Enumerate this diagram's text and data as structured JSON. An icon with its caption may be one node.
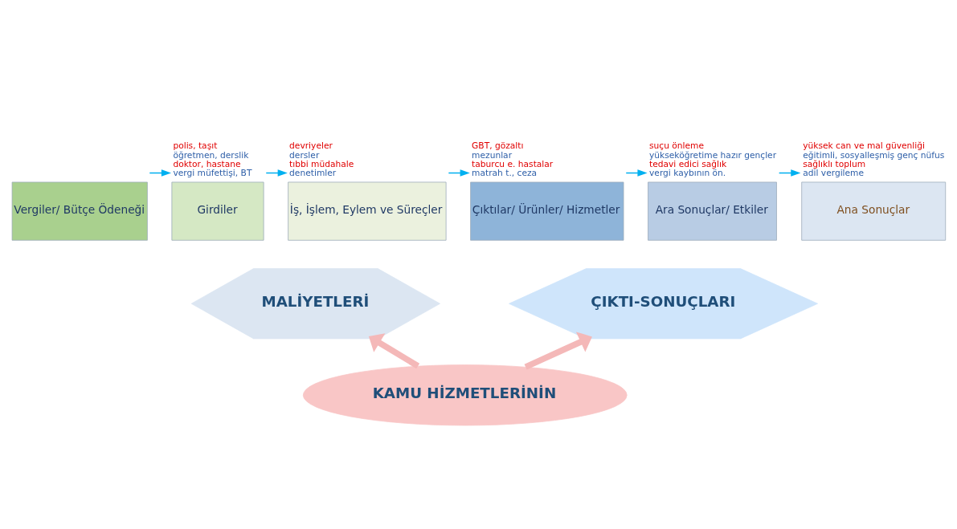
{
  "diagram": {
    "nodes": [
      {
        "text": [
          "Vergiler/ Bütçe Ödeneği"
        ]
      },
      {
        "text": [
          "Girdiler"
        ],
        "beside": [
          "polis, taşıt",
          "öğretmen, derslik",
          "doktor, hastane",
          "vergi müfettişi, BT"
        ]
      },
      {
        "text": [
          "İş, İşlem, Eylem ve Süreçler"
        ],
        "beside": [
          "devriyeler",
          "dersler",
          "tıbbi müdahale",
          "denetimler"
        ]
      },
      {
        "text": [
          "Çıktılar/ Ürünler/ Hizmetler"
        ],
        "beside": [
          "GBT, gözaltı",
          "mezunlar",
          "taburcu e. hastalar",
          "matrah t., ceza"
        ]
      },
      {
        "text": [
          "Ara Sonuçlar/ Etkiler"
        ],
        "beside": [
          "suçu önleme",
          "yükseköğretime hazır gençler",
          "tedavi edici sağlık",
          "vergi kaybının ön."
        ]
      },
      {
        "text": [
          "Ana Sonuçlar"
        ],
        "beside": [
          "yüksek can ve mal güvenliği",
          "eğitimli, sosyalleşmiş genç nüfus",
          "sağlıklı toplum",
          "adil vergileme"
        ]
      },
      {
        "text": [
          "MALİYETLERİ"
        ]
      },
      {
        "text": [
          "ÇIKTI-SONUÇLARI"
        ]
      },
      {
        "text": [
          "KAMU HİZMETLERİNİN"
        ]
      }
    ],
    "edges": [
      {
        "from": 0,
        "to": 1,
        "arrow": "to"
      },
      {
        "from": 1,
        "to": 2,
        "arrow": "to"
      },
      {
        "from": 2,
        "to": 3,
        "arrow": "to"
      },
      {
        "from": 3,
        "to": 4,
        "arrow": "to"
      },
      {
        "from": 4,
        "to": 5,
        "arrow": "to"
      },
      {
        "from": 8,
        "to": 6,
        "arrow": "to",
        "style": "thick",
        "color": "#f4b8b8"
      },
      {
        "from": 8,
        "to": 7,
        "arrow": "to",
        "style": "thick",
        "color": "#f4b8b8"
      }
    ]
  }
}
